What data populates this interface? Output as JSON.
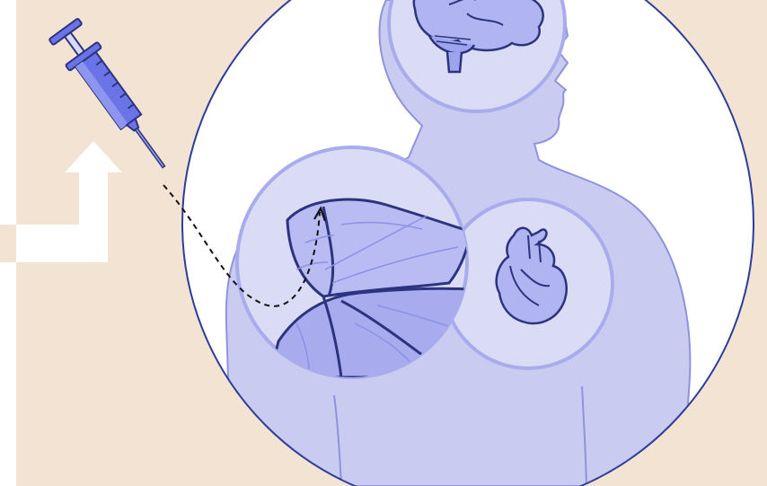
{
  "illustration": {
    "subject": "vaccine-injection-deltoid",
    "elements": [
      "syringe-icon",
      "upward-arrow-icon",
      "body-silhouette",
      "brain-icon",
      "deltoid-muscle-icon",
      "heart-icon",
      "injection-path"
    ]
  },
  "colors": {
    "background_beige": "#f2e3d3",
    "panel_white": "#ffffff",
    "circle_fill": "#ffffff",
    "circle_stroke": "#2c3d9a",
    "body_fill": "#c9ccf0",
    "body_stroke": "#7d82d6",
    "inset_fill": "#dadcf6",
    "inset_stroke": "#a9acec",
    "organ_fill": "#b0b4f0",
    "organ_dark": "#8c91e6",
    "outline_navy": "#2d347e",
    "syringe_blue": "#6b74e6",
    "path_dash": "#111111"
  }
}
